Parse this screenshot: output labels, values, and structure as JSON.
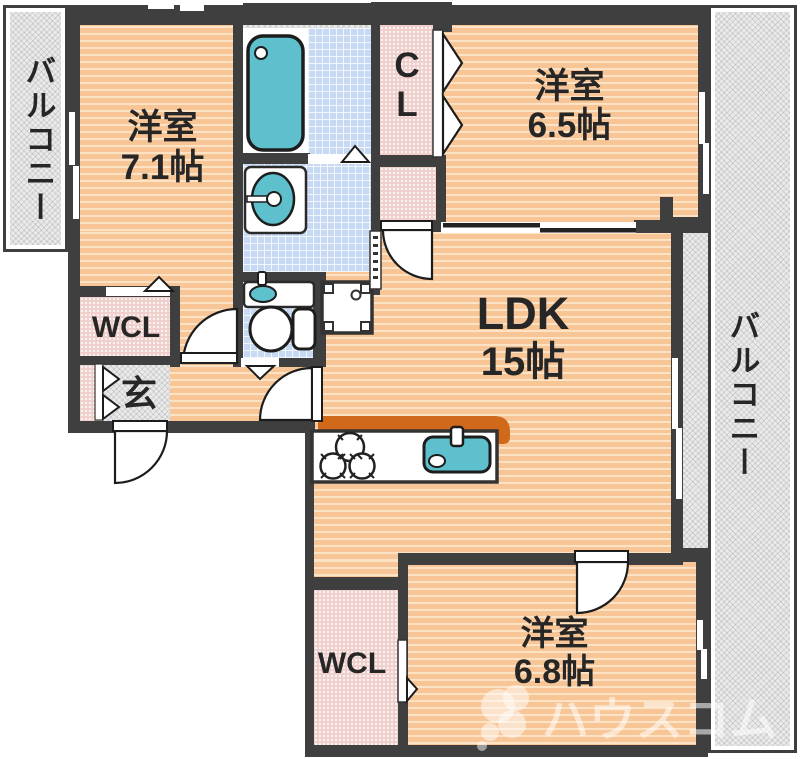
{
  "floorplan": {
    "balcony_left": {
      "label": "バルコニー"
    },
    "balcony_right": {
      "label": "バルコニー"
    },
    "rooms": {
      "western1": {
        "name": "洋室",
        "size": "7.1帖"
      },
      "western2": {
        "name": "洋室",
        "size": "6.5帖"
      },
      "western3": {
        "name": "洋室",
        "size": "6.8帖"
      },
      "ldk": {
        "name": "LDK",
        "size": "15帖"
      },
      "wcl_upper": {
        "name": "WCL"
      },
      "wcl_lower": {
        "name": "WCL"
      },
      "closet": {
        "line1": "C",
        "line2": "L"
      },
      "entrance": {
        "name": "玄"
      }
    },
    "watermark": {
      "text": "ハウスコム"
    },
    "colors": {
      "wall": "#3f3f3f",
      "floor_orange": "#f7c596",
      "floor_stripe": "#fde3c6",
      "closet_pink": "#f0d0cc",
      "wet_area_blue": "#c8daf3",
      "balcony_gray": "#eaeaea",
      "fixture_teal": "#5fc0cd",
      "counter_orange": "#d06a1a",
      "label_ink": "#262626"
    }
  }
}
